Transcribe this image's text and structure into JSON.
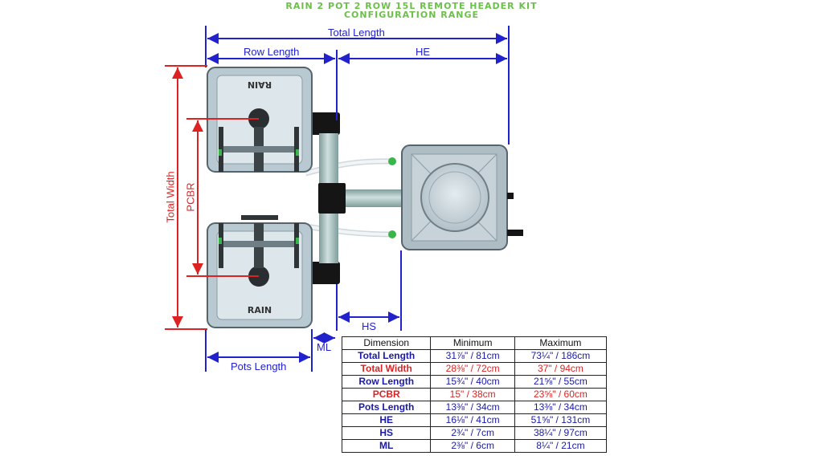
{
  "title": {
    "line1": "RAIN 2 POT 2 ROW 15L REMOTE HEADER KIT",
    "line2": "CONFIGURATION RANGE"
  },
  "labels": {
    "total_length": "Total Length",
    "row_length": "Row Length",
    "he": "HE",
    "total_width": "Total Width",
    "pcbr": "PCBR",
    "hs": "HS",
    "ml": "ML",
    "pots_length": "Pots Length",
    "pot_brand_top": "RAIN",
    "pot_brand_bottom": "RAIN"
  },
  "colors": {
    "title_green": "#6cc04a",
    "dim_blue": "#2222cc",
    "dim_red": "#dd2222",
    "pot_fill": "#b9c9d1",
    "pipe_fill": "#a9c3c2",
    "fitting_black": "#151515"
  },
  "table": {
    "headers": [
      "Dimension",
      "Minimum",
      "Maximum"
    ],
    "rows": [
      {
        "dimension": "Total Length",
        "min": "31⅞\" / 81cm",
        "max": "73¼\" / 186cm",
        "color": "#1a1aa6"
      },
      {
        "dimension": "Total Width",
        "min": "28⅜\" / 72cm",
        "max": "37\" / 94cm",
        "color": "#dd2222"
      },
      {
        "dimension": "Row Length",
        "min": "15¾\" / 40cm",
        "max": "21⅝\" / 55cm",
        "color": "#1a1aa6"
      },
      {
        "dimension": "PCBR",
        "min": "15\" / 38cm",
        "max": "23⅝\" / 60cm",
        "color": "#dd2222"
      },
      {
        "dimension": "Pots Length",
        "min": "13⅜\" / 34cm",
        "max": "13⅜\" / 34cm",
        "color": "#1a1aa6"
      },
      {
        "dimension": "HE",
        "min": "16⅛\" / 41cm",
        "max": "51⅝\" / 131cm",
        "color": "#1a1aa6"
      },
      {
        "dimension": "HS",
        "min": "2¾\" / 7cm",
        "max": "38¼\" / 97cm",
        "color": "#1a1aa6"
      },
      {
        "dimension": "ML",
        "min": "2⅜\" / 6cm",
        "max": "8¼\" / 21cm",
        "color": "#1a1aa6"
      }
    ]
  }
}
